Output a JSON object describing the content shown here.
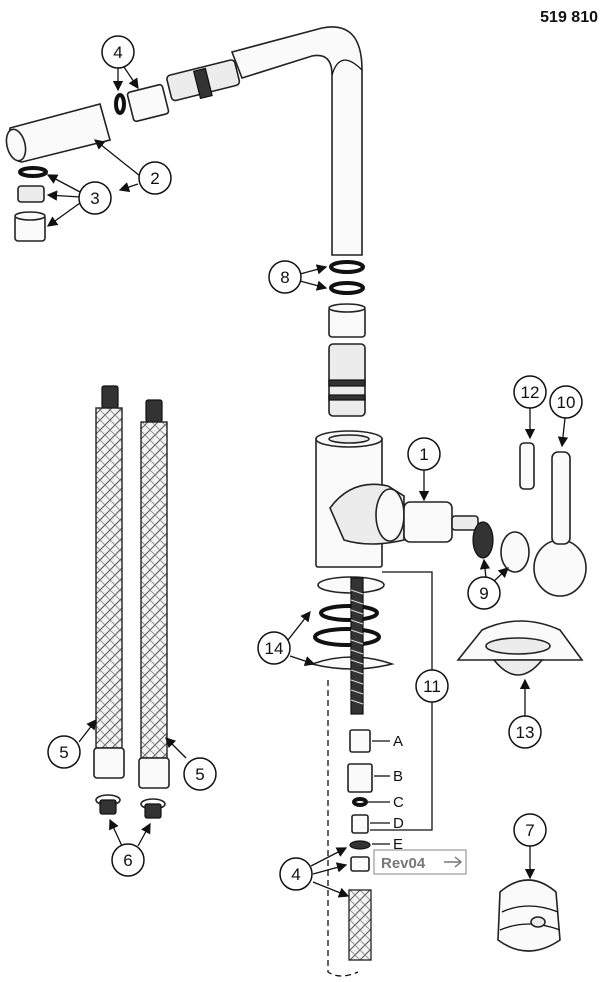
{
  "document": {
    "reference_number": "519 810",
    "revision_label": "Rev04"
  },
  "callouts": {
    "c1": "1",
    "c2": "2",
    "c3": "3",
    "c4_top": "4",
    "c4_bottom": "4",
    "c5_left": "5",
    "c5_right": "5",
    "c6": "6",
    "c7": "7",
    "c8": "8",
    "c9": "9",
    "c10": "10",
    "c11": "11",
    "c12": "12",
    "c13": "13",
    "c14": "14"
  },
  "sub_parts": {
    "a": "A",
    "b": "B",
    "c": "C",
    "d": "D",
    "e": "E"
  }
}
